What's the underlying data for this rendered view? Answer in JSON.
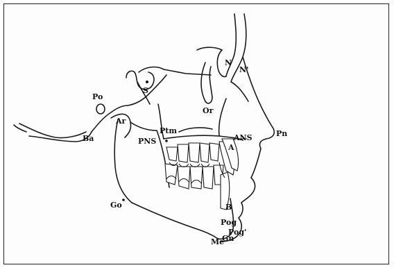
{
  "landmarks": {
    "S": "S",
    "Po": "Po",
    "Ba": "Ba",
    "Ar": "Ar",
    "Ptm": "Ptm",
    "PNS": "PNS",
    "Or": "Or",
    "N": "N",
    "N_soft": "N'",
    "ANS": "ANS",
    "A": "A",
    "Pn": "Pn",
    "Go": "Go",
    "B": "B",
    "Pog": "Pog",
    "Pog_soft": "Pog'",
    "Me": "Me",
    "Gn": "Gn"
  }
}
